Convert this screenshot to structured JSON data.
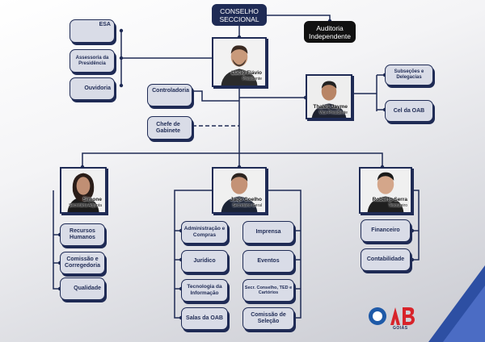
{
  "top": {
    "council": "CONSELHO SECCIONAL",
    "audit": "Auditoria Independente"
  },
  "president": {
    "name": "Lúcio Flávio",
    "role": "Presidente"
  },
  "vice": {
    "name": "Thales Jayme",
    "role": "Vice-Presidente"
  },
  "secretary_adj": {
    "name": "Simone",
    "role": "Secretária Adjunta"
  },
  "secretary_gen": {
    "name": "Jaqó Coelho",
    "role": "Secretário Geral"
  },
  "treasurer": {
    "name": "Roberto Serra",
    "role": "Tesoureiro"
  },
  "boxes": {
    "esa": "ESA",
    "assessoria": "Assessoria da Presidência",
    "ouvidoria": "Ouvidoria",
    "controladoria": "Controladoria",
    "chefe": "Chefe de Gabinete",
    "subsecoes": "Subseções e Delegacias",
    "cel": "Cel da OAB",
    "recursos": "Recursos Humanos",
    "comissao_corr": "Comissão e Corregedoria",
    "qualidade": "Qualidade",
    "admin": "Administração e Compras",
    "juridico": "Jurídico",
    "tecnologia": "Tecnologia da Informação",
    "salas": "Salas da OAB",
    "imprensa": "Imprensa",
    "eventos": "Eventos",
    "secr_conselho": "Secr. Conselho, TED e Cartórios",
    "comissao_sel": "Comissão de Seleção",
    "financeiro": "Financeiro",
    "contabilidade": "Contabilidade"
  },
  "logo": {
    "text": "OAB",
    "sub": "GOIÁS"
  },
  "colors": {
    "navy": "#1f2b55",
    "box_fill": "#d9dce7",
    "logo_red": "#d8232a",
    "logo_blue": "#1e5aa8"
  }
}
